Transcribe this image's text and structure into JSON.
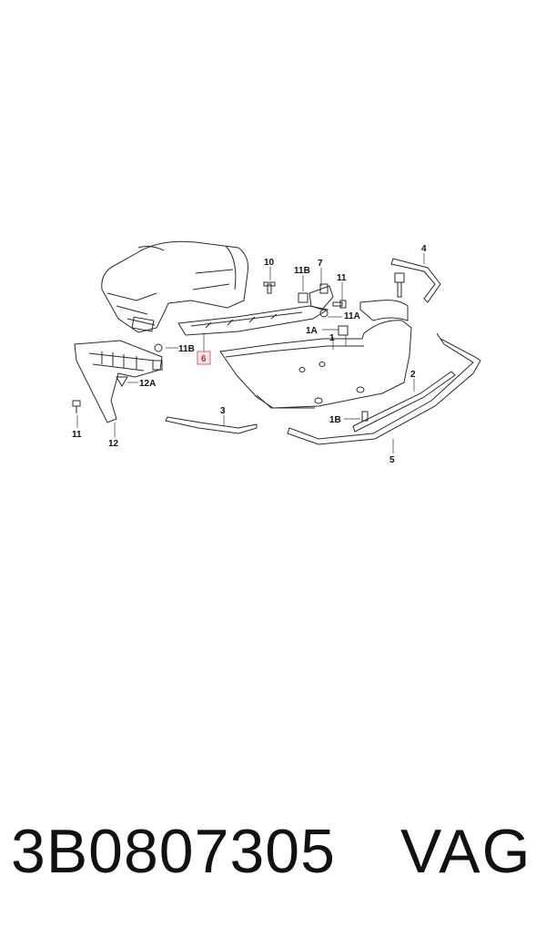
{
  "diagram": {
    "callouts": {
      "c4": "4",
      "c10": "10",
      "c11b_top": "11B",
      "c7": "7",
      "c11_top": "11",
      "c11a": "11A",
      "c1a": "1A",
      "c1": "1",
      "c11b_left": "11B",
      "c6": "6",
      "c12a": "12A",
      "c2": "2",
      "c3": "3",
      "c1b": "1B",
      "c11_bottom": "11",
      "c12": "12",
      "c5": "5"
    },
    "highlighted_callout": "6",
    "highlight_color": "#e0606c"
  },
  "footer": {
    "part_number": "3B0807305",
    "brand": "VAG"
  }
}
